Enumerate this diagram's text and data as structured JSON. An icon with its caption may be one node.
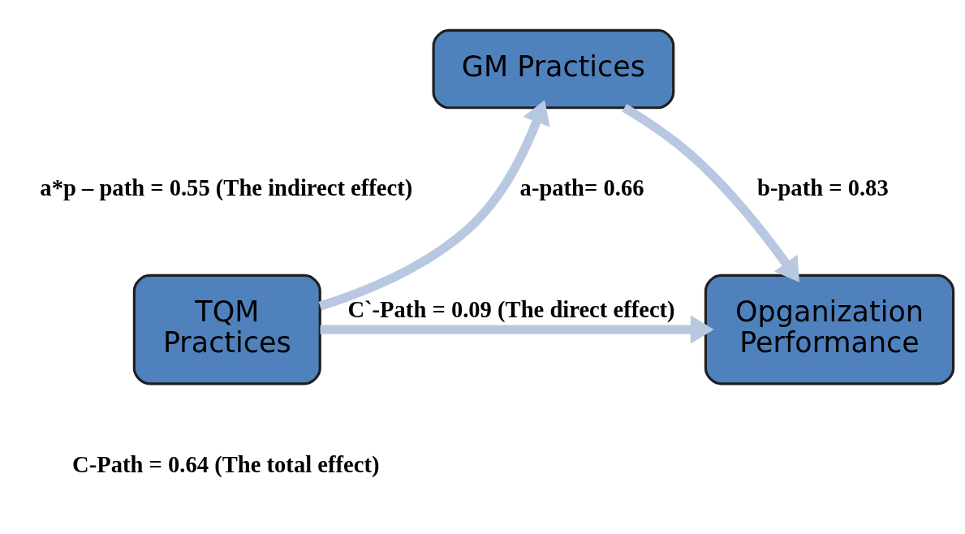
{
  "diagram": {
    "nodes": [
      {
        "text": [
          "GM Practices"
        ]
      },
      {
        "text": [
          "TQM Practices"
        ]
      },
      {
        "text": [
          "Opganization Performance"
        ]
      }
    ],
    "edges": [
      {
        "from": 1,
        "to": 0,
        "arrow": "to",
        "label": "a-path= 0.66"
      },
      {
        "from": 0,
        "to": 2,
        "arrow": "to",
        "label": "b-path = 0.83"
      },
      {
        "from": 1,
        "to": 2,
        "arrow": "to",
        "label": "C`-Path = 0.09 (The direct effect)"
      }
    ],
    "labels": [
      "a*p – path = 0.55 (The indirect effect)",
      "C-Path = 0.64 (The total effect)"
    ]
  }
}
